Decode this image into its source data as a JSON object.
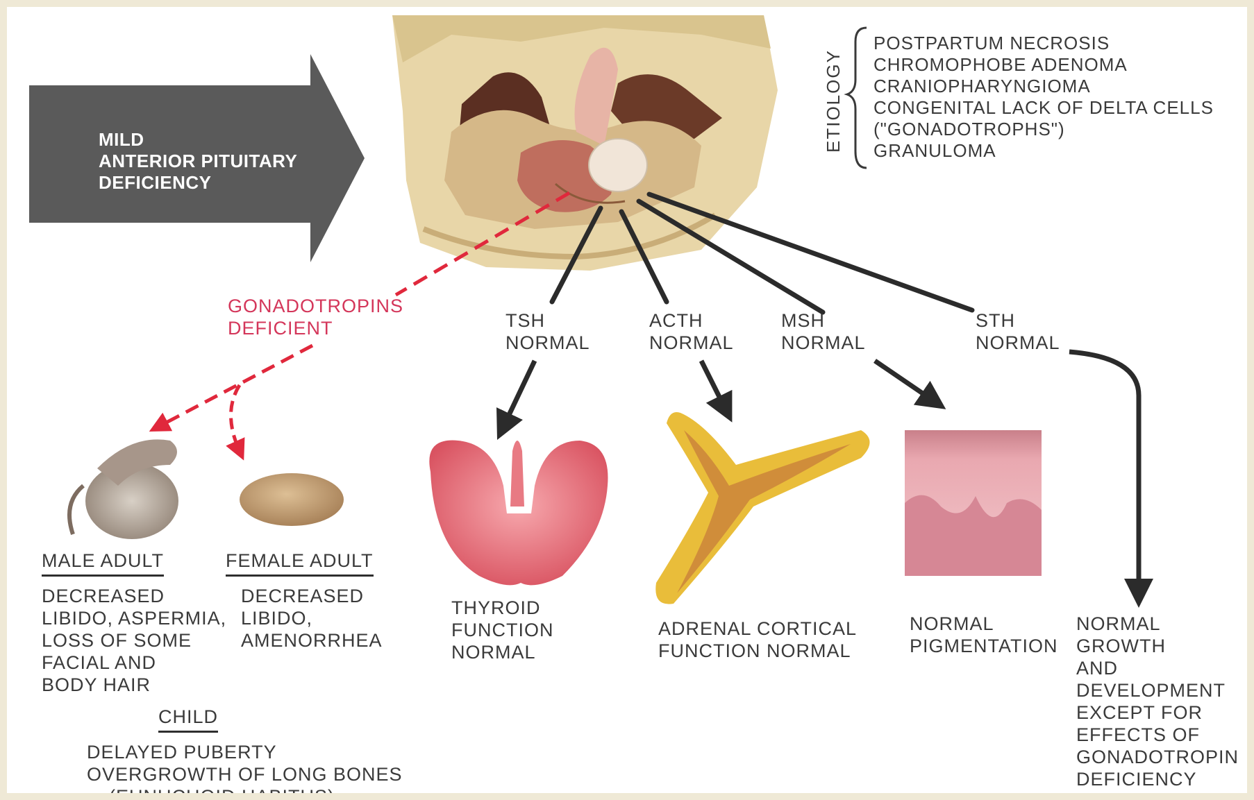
{
  "arrow_label": [
    "MILD",
    "ANTERIOR PITUITARY",
    "DEFICIENCY"
  ],
  "etiology": {
    "heading": "ETIOLOGY",
    "items": [
      "POSTPARTUM NECROSIS",
      "CHROMOPHOBE ADENOMA",
      "CRANIOPHARYNGIOMA",
      "CONGENITAL LACK OF DELTA CELLS",
      "(\"GONADOTROPHS\")",
      "GRANULOMA"
    ]
  },
  "gonadotropins": {
    "line1": "GONADOTROPINS",
    "line2": "DEFICIENT"
  },
  "hormones": {
    "tsh": {
      "name": "TSH",
      "status": "NORMAL"
    },
    "acth": {
      "name": "ACTH",
      "status": "NORMAL"
    },
    "msh": {
      "name": "MSH",
      "status": "NORMAL"
    },
    "sth": {
      "name": "STH",
      "status": "NORMAL"
    }
  },
  "male": {
    "title": "MALE ADULT",
    "lines": [
      "DECREASED",
      "LIBIDO, ASPERMIA,",
      "LOSS OF SOME",
      "FACIAL AND",
      "BODY HAIR"
    ]
  },
  "female": {
    "title": "FEMALE ADULT",
    "lines": [
      "DECREASED",
      "LIBIDO,",
      "AMENORRHEA"
    ]
  },
  "child": {
    "title": "CHILD",
    "lines": [
      "DELAYED PUBERTY",
      "OVERGROWTH OF LONG BONES",
      "(EUNUCHOID HABITUS)"
    ]
  },
  "thyroid": {
    "lines": [
      "THYROID",
      "FUNCTION",
      "NORMAL"
    ]
  },
  "adrenal": {
    "lines": [
      "ADRENAL CORTICAL",
      "FUNCTION NORMAL"
    ]
  },
  "pigment": {
    "lines": [
      "NORMAL",
      "PIGMENTATION"
    ]
  },
  "growth": {
    "lines": [
      "NORMAL",
      "GROWTH",
      "AND",
      "DEVELOPMENT",
      "EXCEPT FOR",
      "EFFECTS OF",
      "GONADOTROPIN",
      "DEFICIENCY"
    ]
  },
  "colors": {
    "arrow": "#5a5a5a",
    "red_dashed": "#e0283c",
    "red_text": "#d4365a",
    "black_arrow": "#2b2b2b",
    "thyroid": "#e5707a",
    "adrenal": "#e9bd3a",
    "skin": "#e9a8b0"
  }
}
